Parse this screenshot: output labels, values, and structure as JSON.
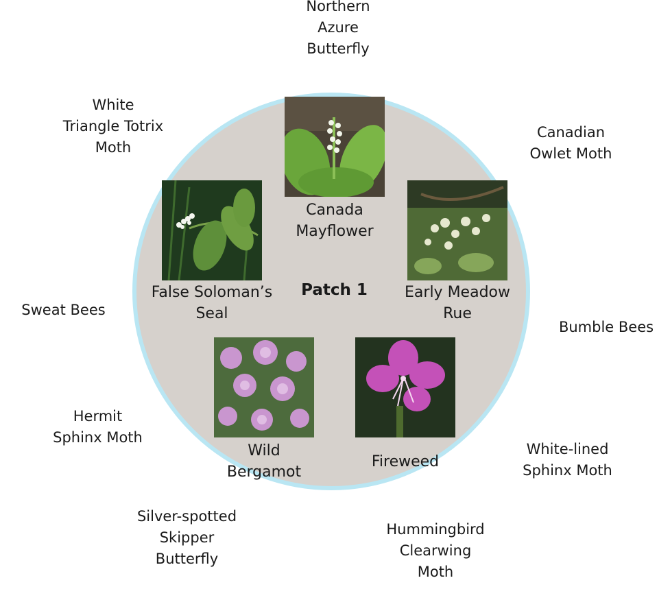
{
  "patch": {
    "title": "Patch 1"
  },
  "plants": [
    {
      "id": "canada-mayflower",
      "name_lines": [
        "Canada",
        "Mayflower"
      ]
    },
    {
      "id": "false-solomons-seal",
      "name_lines": [
        "False Soloman’s",
        "Seal"
      ]
    },
    {
      "id": "early-meadow-rue",
      "name_lines": [
        "Early Meadow",
        "Rue"
      ]
    },
    {
      "id": "wild-bergamot",
      "name_lines": [
        "Wild",
        "Bergamot"
      ]
    },
    {
      "id": "fireweed",
      "name_lines": [
        "Fireweed"
      ]
    }
  ],
  "insects": [
    {
      "id": "northern-azure-butterfly",
      "lines": [
        "Northern",
        "Azure",
        "Butterfly"
      ]
    },
    {
      "id": "white-triangle-totrix-moth",
      "lines": [
        "White",
        "Triangle Totrix",
        "Moth"
      ]
    },
    {
      "id": "canadian-owlet-moth",
      "lines": [
        "Canadian",
        "Owlet Moth"
      ]
    },
    {
      "id": "sweat-bees",
      "lines": [
        "Sweat Bees"
      ]
    },
    {
      "id": "bumble-bees",
      "lines": [
        "Bumble Bees"
      ]
    },
    {
      "id": "hermit-sphinx-moth",
      "lines": [
        "Hermit",
        "Sphinx Moth"
      ]
    },
    {
      "id": "white-lined-sphinx-moth",
      "lines": [
        "White-lined",
        "Sphinx Moth"
      ]
    },
    {
      "id": "silver-spotted-skipper-butterfly",
      "lines": [
        "Silver-spotted",
        "Skipper",
        "Butterfly"
      ]
    },
    {
      "id": "hummingbird-clearwing-moth",
      "lines": [
        "Hummingbird",
        "Clearwing",
        "Moth"
      ]
    }
  ],
  "colors": {
    "circle_fill": "#d6d1cc",
    "circle_border": "#b9e6f3",
    "text": "#1a1a1a"
  }
}
